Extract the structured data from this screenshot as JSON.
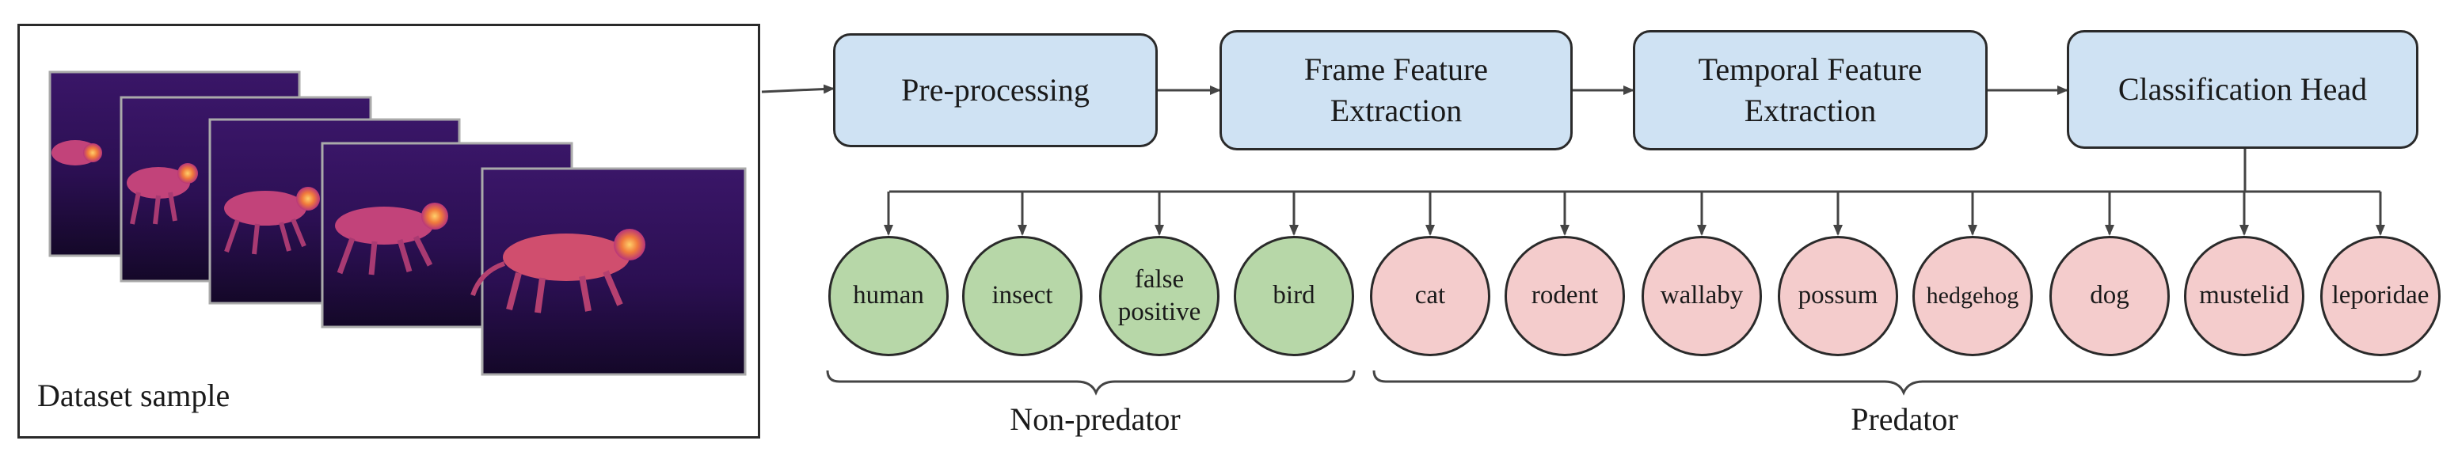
{
  "sample": {
    "label": "Dataset sample"
  },
  "pipeline": [
    {
      "id": "pre-processing",
      "label": "Pre-processing"
    },
    {
      "id": "frame-feature-extraction",
      "label": "Frame Feature\nExtraction"
    },
    {
      "id": "temporal-feature-extraction",
      "label": "Temporal Feature\nExtraction"
    },
    {
      "id": "classification-head",
      "label": "Classification Head"
    }
  ],
  "classes": {
    "non_predator": [
      "human",
      "insect",
      "false\npositive",
      "bird"
    ],
    "predator": [
      "cat",
      "rodent",
      "wallaby",
      "possum",
      "hedgehog",
      "dog",
      "mustelid",
      "leporidae"
    ]
  },
  "groups": {
    "non_predator_label": "Non-predator",
    "predator_label": "Predator"
  },
  "colors": {
    "stage_fill": "#cfe2f3",
    "non_predator_fill": "#b7d7a8",
    "predator_fill": "#f4cccc",
    "frame_background": "#2b0f52",
    "animal_glow": "#f07a3c"
  }
}
